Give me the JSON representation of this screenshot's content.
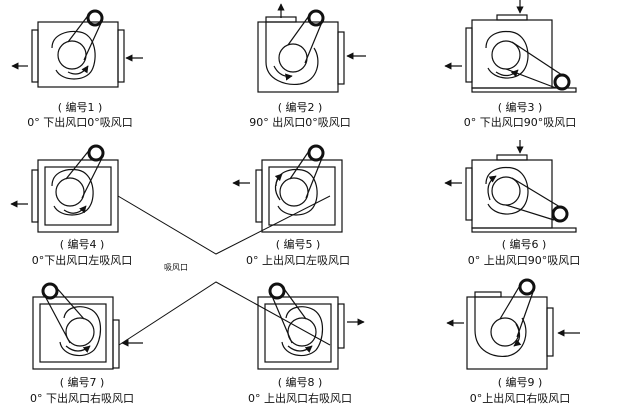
{
  "units": [
    {
      "id": "1",
      "number": "( 编号1 )",
      "caption": "0° 下出风口0°吸风口"
    },
    {
      "id": "2",
      "number": "( 编号2 )",
      "caption": "90° 出风口0°吸风口"
    },
    {
      "id": "3",
      "number": "( 编号3 )",
      "caption": "0° 下出风口90°吸风口"
    },
    {
      "id": "4",
      "number": "( 编号4 )",
      "caption": "0°下出风口左吸风口"
    },
    {
      "id": "5",
      "number": "( 编号5 )",
      "caption": "0° 上出风口左吸风口"
    },
    {
      "id": "6",
      "number": "( 编号6 )",
      "caption": "0° 上出风口90°吸风口"
    },
    {
      "id": "7",
      "number": "( 编号7 )",
      "caption": "0° 下出风口右吸风口"
    },
    {
      "id": "8",
      "number": "( 编号8 )",
      "caption": "0° 上出风口右吸风口"
    },
    {
      "id": "9",
      "number": "( 编号9 )",
      "caption": "0°上出风口右吸风口"
    }
  ],
  "center_note": "吸风口",
  "colors": {
    "line": "#111111",
    "background": "#ffffff"
  }
}
